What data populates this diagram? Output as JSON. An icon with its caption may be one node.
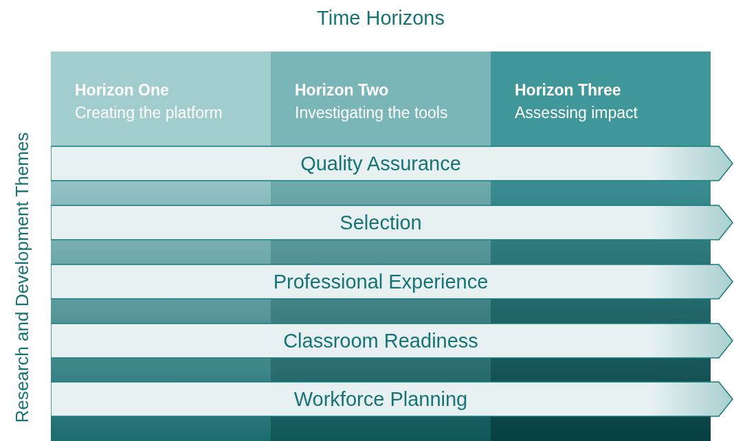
{
  "diagram": {
    "title": "Time Horizons",
    "nodes": [
      {
        "text": [
          "Horizon One",
          "Creating the platform"
        ]
      },
      {
        "text": [
          "Horizon Two",
          "Investigating the tools"
        ]
      },
      {
        "text": [
          "Horizon Three",
          "Assessing impact"
        ]
      },
      {
        "text": [
          "Quality Assurance"
        ]
      },
      {
        "text": [
          "Selection"
        ]
      },
      {
        "text": [
          "Professional Experience"
        ]
      },
      {
        "text": [
          "Classroom Readiness"
        ]
      },
      {
        "text": [
          "Workforce Planning"
        ]
      }
    ],
    "labels": [
      "Research and Development Themes"
    ]
  }
}
